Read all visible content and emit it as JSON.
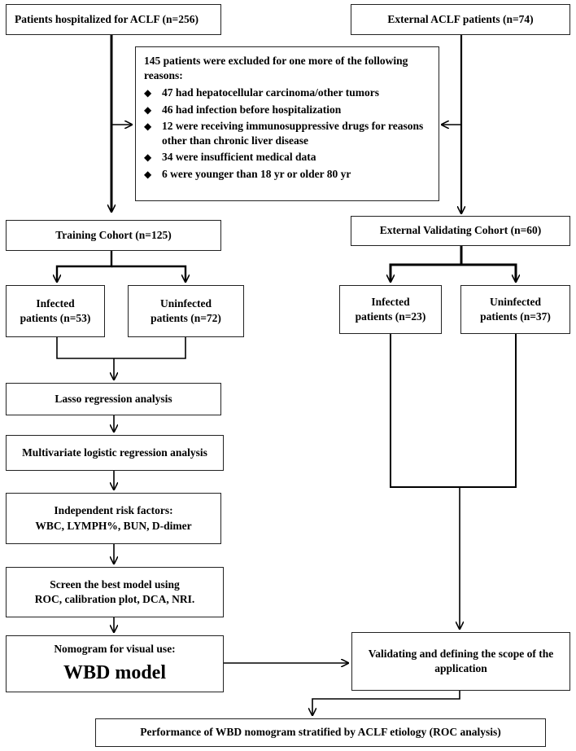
{
  "top": {
    "acl_hospitalized": "Patients hospitalized for ACLF (n=256)",
    "external": "External ACLF patients (n=74)"
  },
  "exclusion": {
    "heading": "145 patients were excluded for one more of the following reasons:",
    "reasons": [
      {
        "text": "47 had hepatocellular carcinoma/other tumors"
      },
      {
        "text": "46 had infection before hospitalization"
      },
      {
        "text": "12 were receiving immunosuppressive drugs for reasons other than chronic liver disease"
      },
      {
        "text": "34 were insufficient medical data"
      },
      {
        "text": "6 were younger than 18 yr or older 80 yr"
      }
    ]
  },
  "training": {
    "cohort": "Training Cohort (n=125)",
    "infected": {
      "line1": "Infected",
      "line2": "patients (n=53)"
    },
    "uninfected": {
      "line1": "Uninfected",
      "line2": "patients (n=72)"
    }
  },
  "validation": {
    "cohort": "External Validating Cohort (n=60)",
    "infected": {
      "line1": "Infected",
      "line2": "patients (n=23)"
    },
    "uninfected": {
      "line1": "Uninfected",
      "line2": "patients (n=37)"
    }
  },
  "steps": {
    "lasso": "Lasso regression analysis",
    "multivariate": "Multivariate logistic regression analysis",
    "risk_line1": "Independent risk factors:",
    "risk_line2": "WBC, LYMPH%, BUN, D-dimer",
    "screen_line1": "Screen the best model using",
    "screen_line2": "ROC, calibration plot, DCA, NRI.",
    "nomogram_line1": "Nomogram for visual use:",
    "nomogram_line2": "WBD model",
    "validating": "Validating and defining the scope of the application",
    "performance": "Performance of WBD nomogram stratified by ACLF etiology (ROC analysis)"
  }
}
